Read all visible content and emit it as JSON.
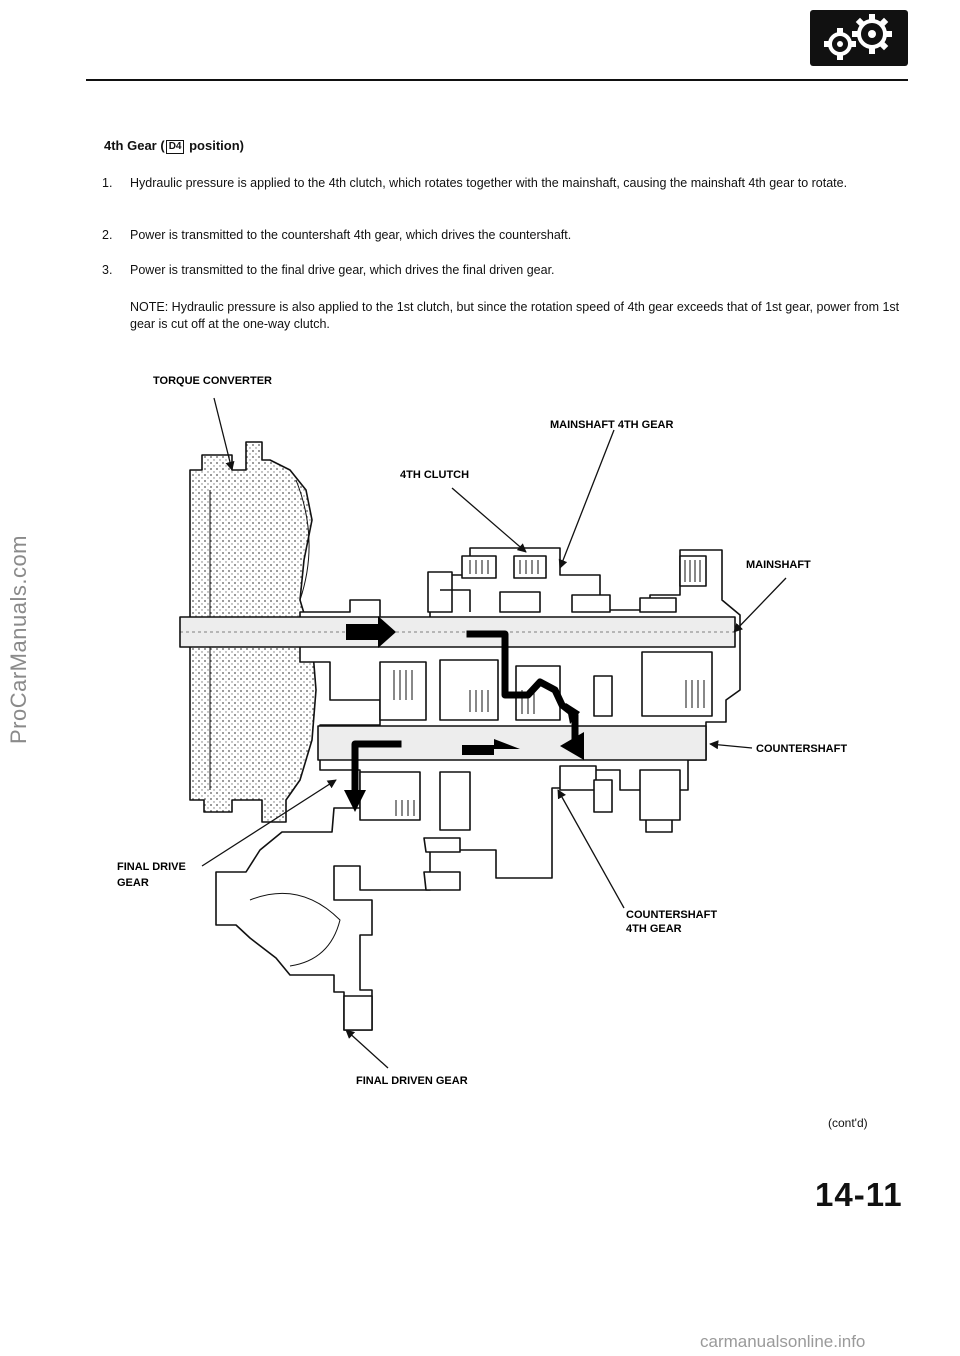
{
  "side_watermark": "ProCarManuals.com",
  "heading": {
    "prefix": "4th Gear (",
    "range_symbol": "D4",
    "suffix": " position)"
  },
  "steps": [
    {
      "number": "1.",
      "text": "Hydraulic pressure is applied to the 4th clutch, which rotates together with the mainshaft, causing the mainshaft 4th gear to rotate."
    },
    {
      "number": "2.",
      "text": "Power is transmitted to the countershaft 4th gear, which drives the countershaft."
    },
    {
      "number": "3.",
      "text": "Power is transmitted to the final drive gear, which drives the final driven gear."
    }
  ],
  "note": "NOTE: Hydraulic pressure is also applied to the 1st clutch, but since the rotation speed of 4th gear exceeds that of 1st gear, power from 1st gear is cut off at the one-way clutch.",
  "diagram": {
    "labels": {
      "torque_converter": "TORQUE CONVERTER",
      "mainshaft_4th_gear": "MAINSHAFT 4TH GEAR",
      "fourth_clutch": "4TH CLUTCH",
      "mainshaft": "MAINSHAFT",
      "countershaft": "COUNTERSHAFT",
      "final_drive_gear_1": "FINAL DRIVE",
      "final_drive_gear_2": "GEAR",
      "countershaft_4th_gear_1": "COUNTERSHAFT",
      "countershaft_4th_gear_2": "4TH GEAR",
      "final_driven_gear": "FINAL DRIVEN GEAR"
    },
    "colors": {
      "ink": "#111111",
      "shading": "#d9d9d9",
      "power_flow": "#000000"
    }
  },
  "contd": "(cont'd)",
  "page_number": "14-11",
  "footer_watermark": "carmanualsonline.info",
  "icons": {
    "section_badge": "gears-icon"
  }
}
